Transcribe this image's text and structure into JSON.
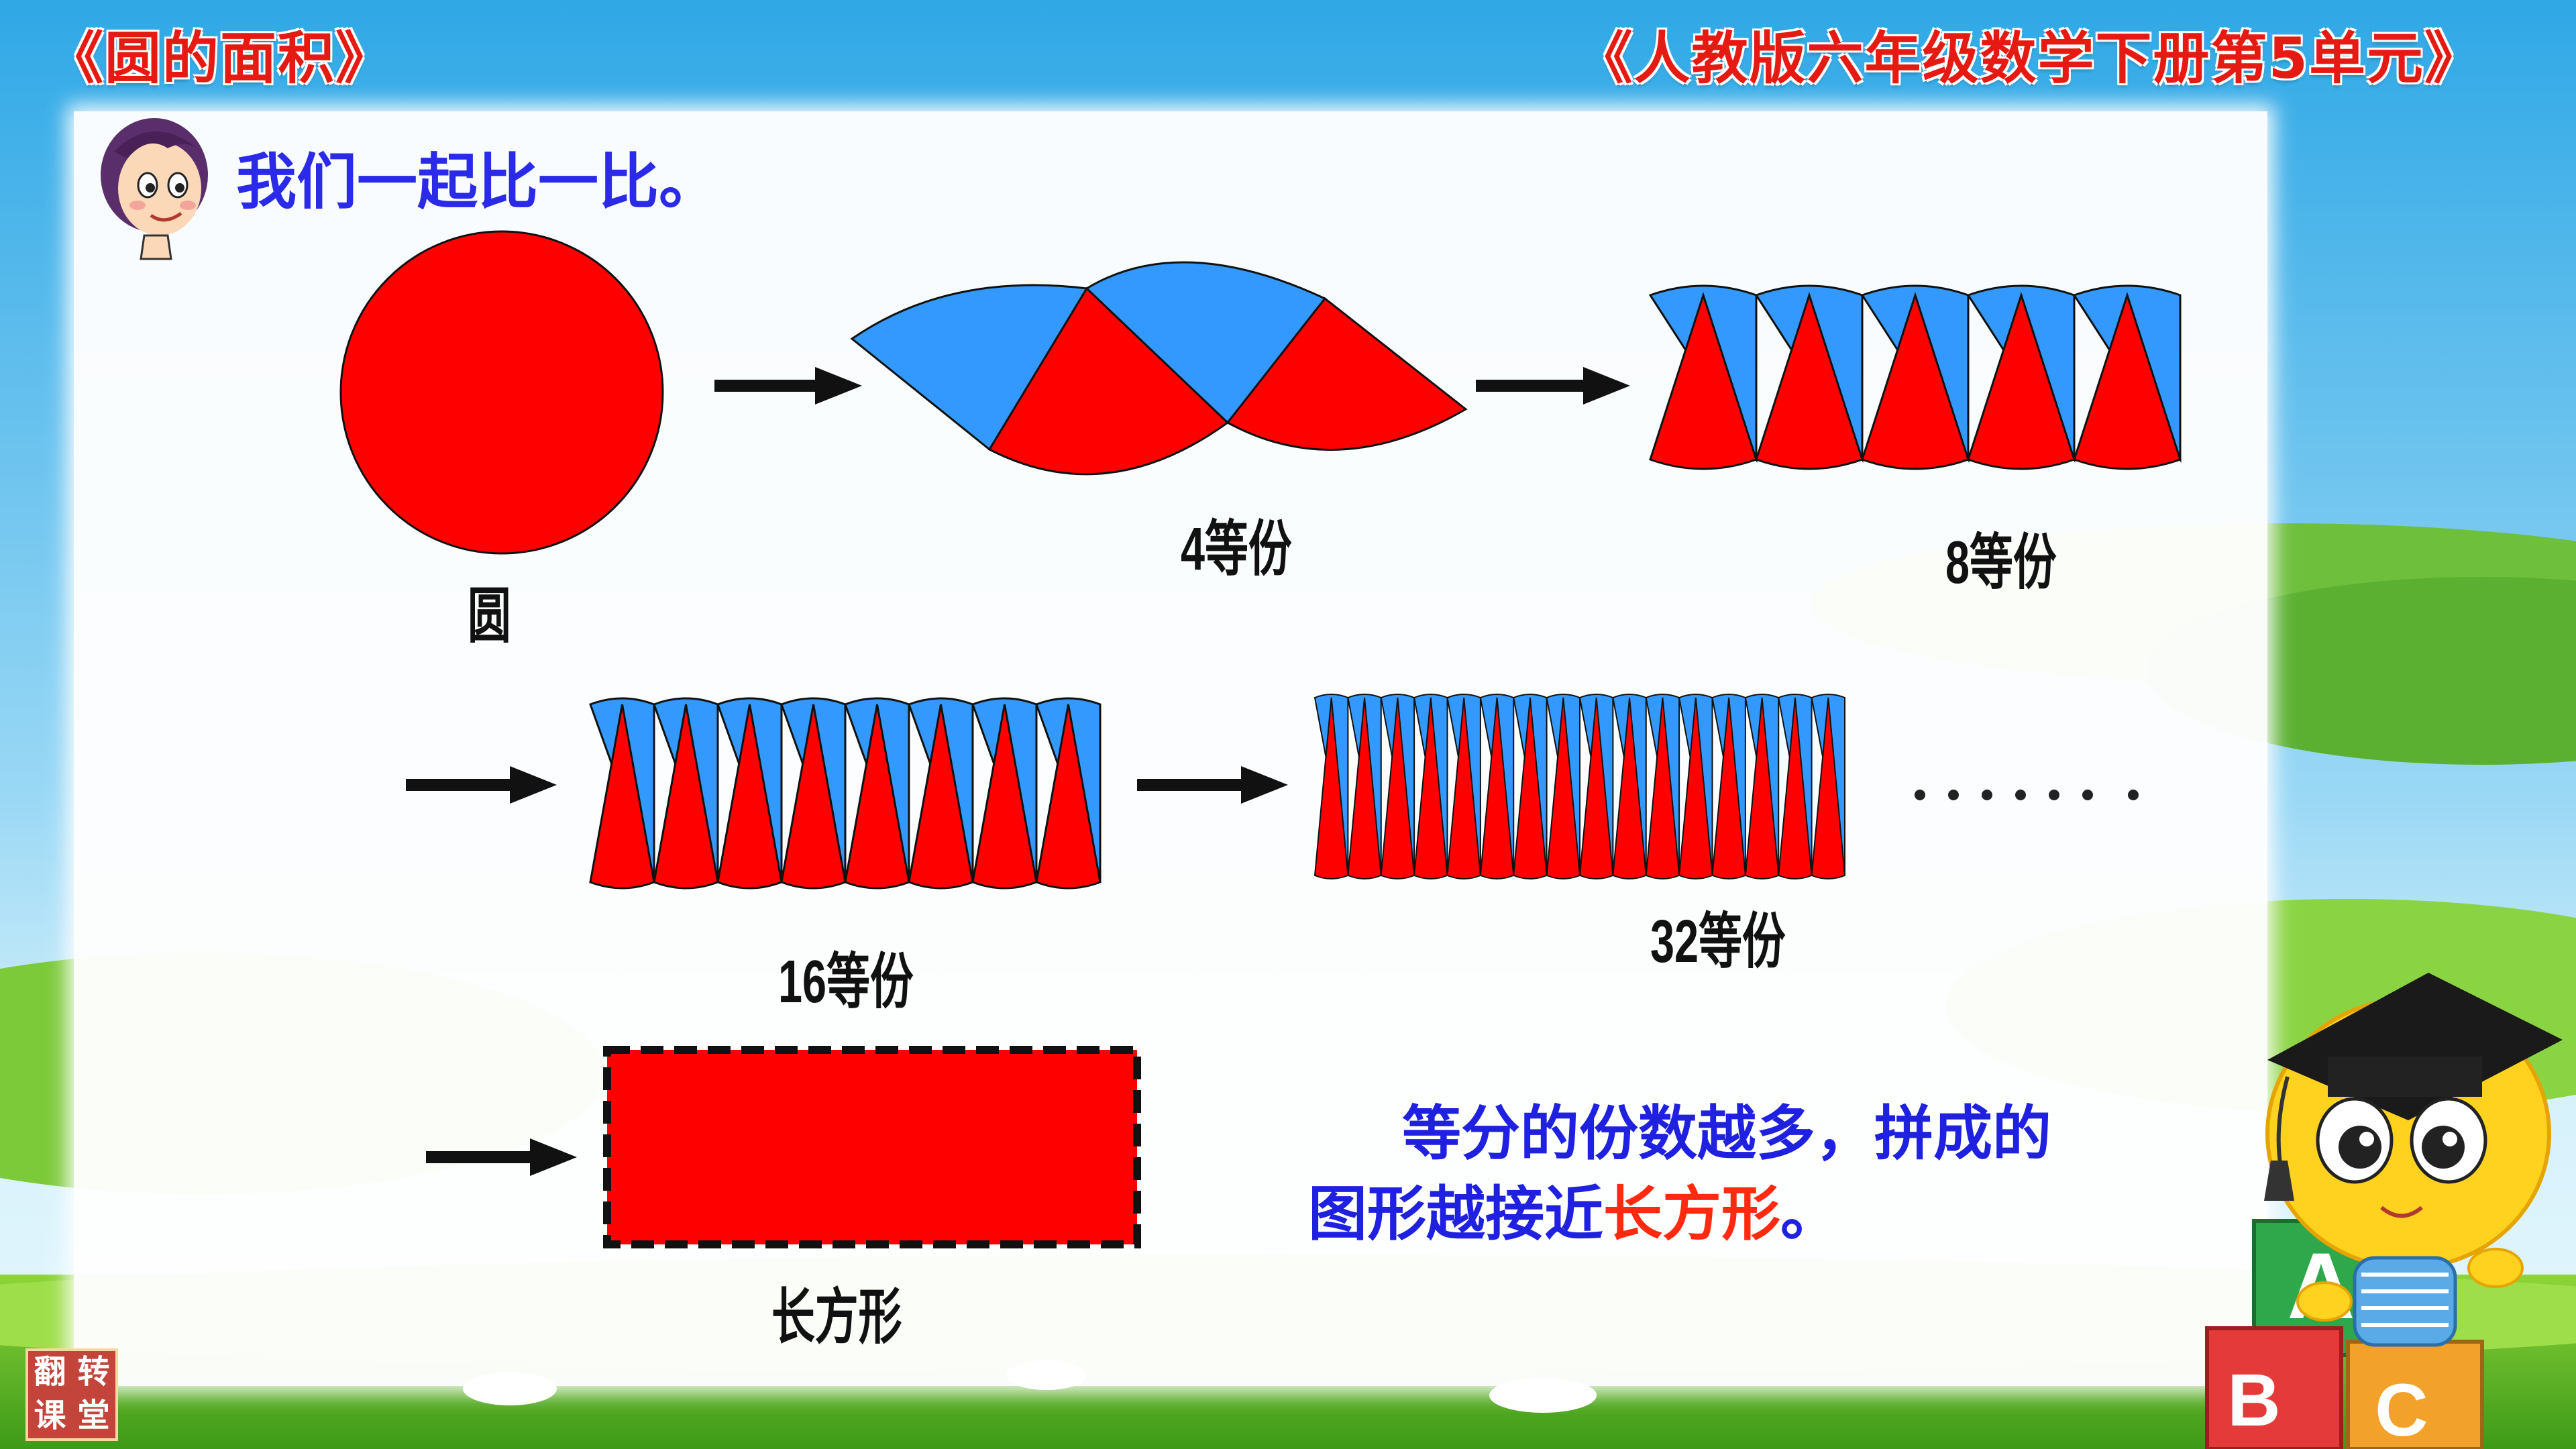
{
  "header": {
    "left_title": "《圆的面积》",
    "right_title": "《人教版六年级数学下册第5单元》"
  },
  "prompt": "我们一起比一比。",
  "labels": {
    "circle": "圆",
    "four": "4等份",
    "eight": "8等份",
    "sixteen": "16等份",
    "thirty_two": "32等份",
    "rectangle": "长方形",
    "ellipsis": "……"
  },
  "conclusion": {
    "line1": "等分的份数越多，拼成的",
    "line2_prefix": "图形越接近",
    "line2_highlight": "长方形",
    "line2_suffix": "。"
  },
  "badge": [
    "翻",
    "转",
    "课",
    "堂"
  ],
  "colors": {
    "red": "#ff0000",
    "blue": "#3399ff",
    "header_red": "#e51a12",
    "text_blue": "#2a2ae8",
    "highlight": "#ff2a10"
  },
  "icons": {
    "arrow": "arrow-right-icon",
    "girl": "girl-head-icon",
    "mascot": "graduate-mascot-icon",
    "blocks": "abc-blocks-icon"
  },
  "blocks_letters": [
    "A",
    "B",
    "C"
  ]
}
